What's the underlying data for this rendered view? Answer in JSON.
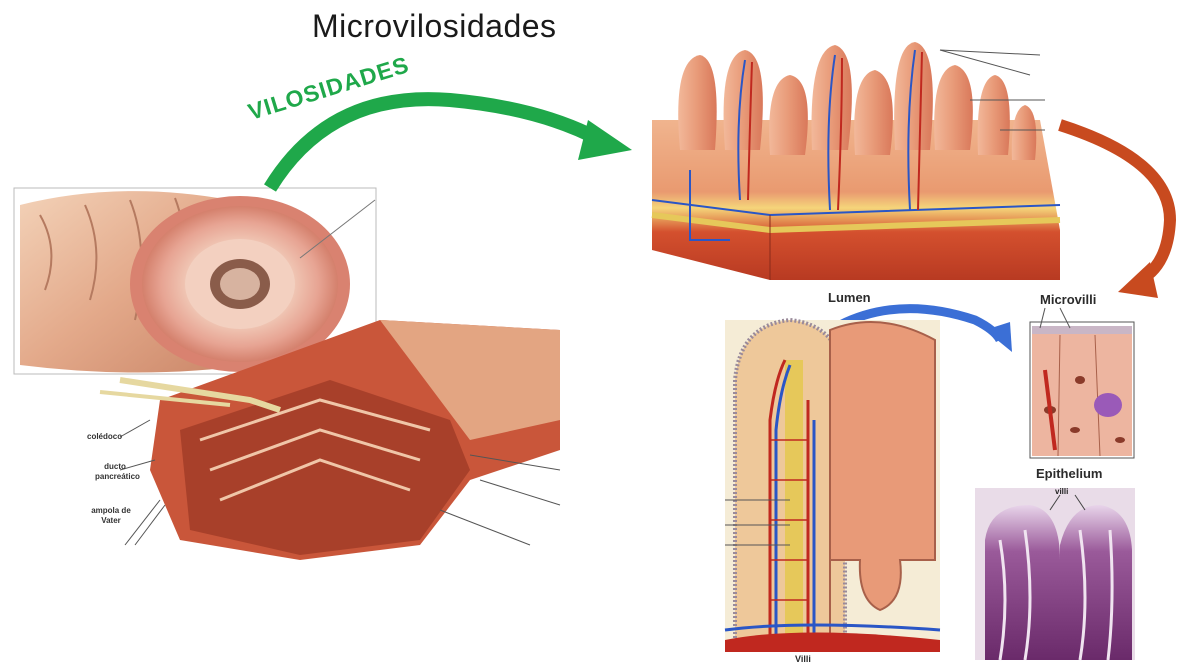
{
  "title": "Microvilosidades",
  "arrow_label": "VILOSIDADES",
  "labels": {
    "lumen": "Lumen",
    "microvilli": "Microvilli",
    "epithelium": "Epithelium",
    "villi": "Villi",
    "villi_small": "villi",
    "coledoco": "colédoco",
    "ducto_pancreatico": "ducto pancreático",
    "ampola_de_vater": "ampola de Vater"
  },
  "colors": {
    "green_arrow": "#1fa84a",
    "blue_arrow": "#3b6fd6",
    "red_arrow": "#c84a1f",
    "tissue": "#e89a78",
    "muscle": "#c8452a",
    "vessel_red": "#c0281f",
    "vessel_blue": "#2a56c6"
  }
}
